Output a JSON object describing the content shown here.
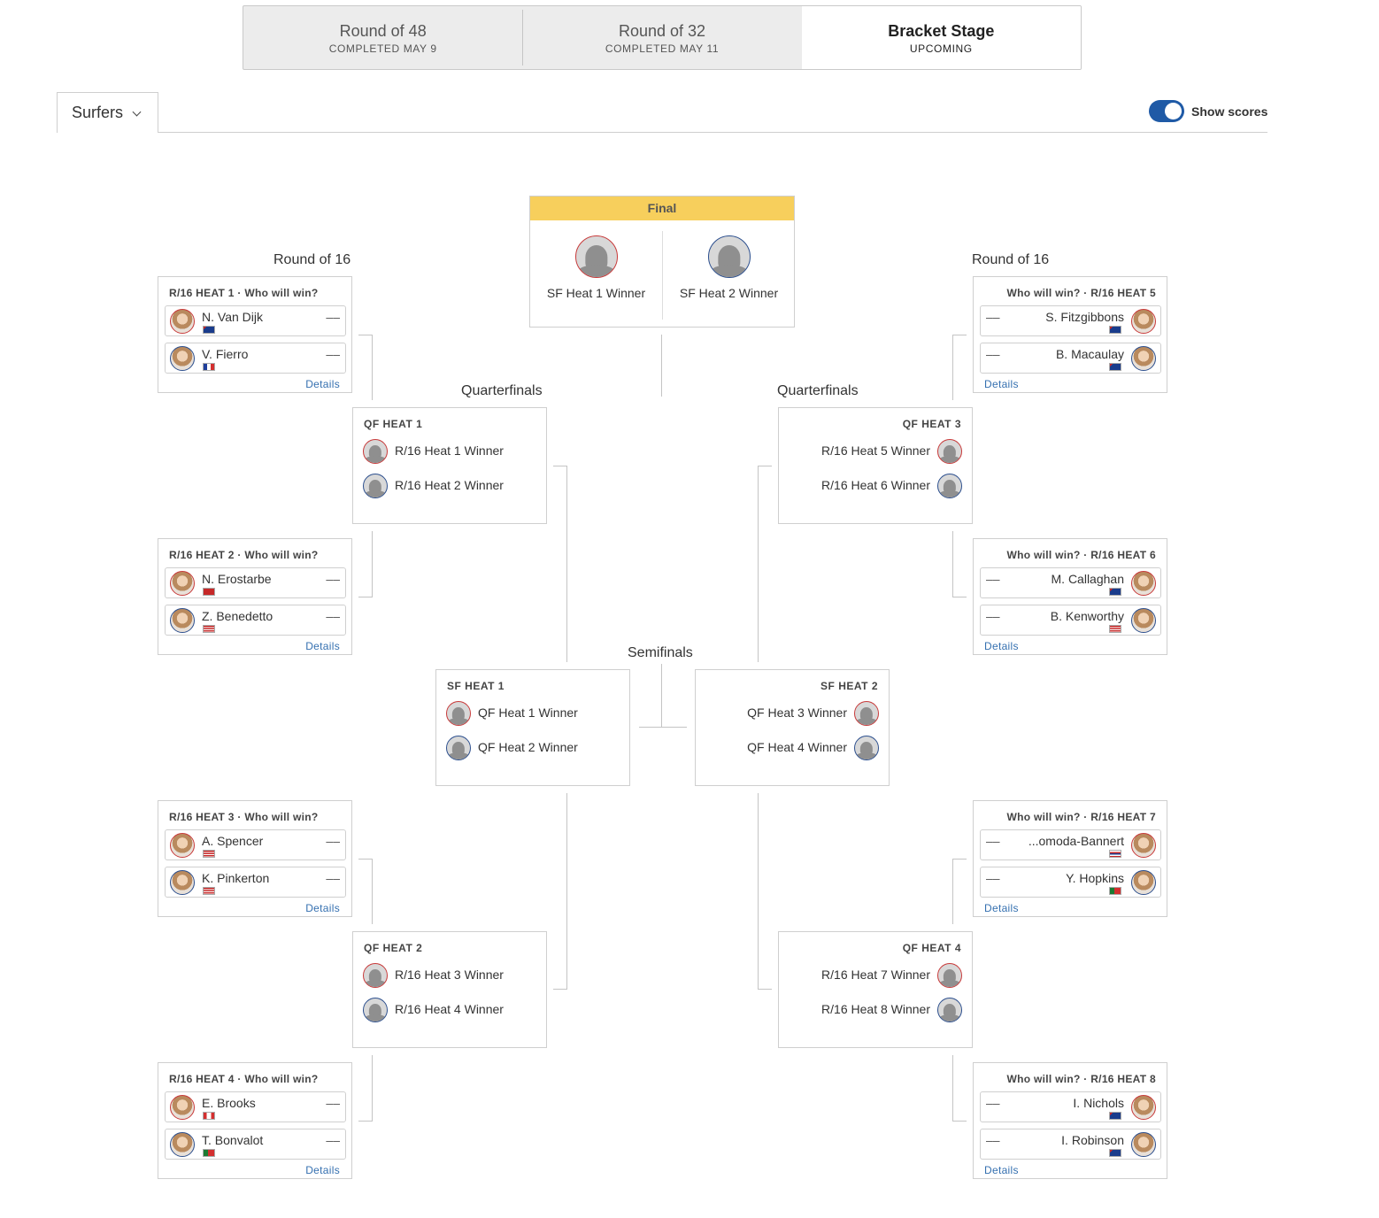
{
  "stages": [
    {
      "title": "Round of 48",
      "status": "COMPLETED MAY 9"
    },
    {
      "title": "Round of 32",
      "status": "COMPLETED MAY 11"
    },
    {
      "title": "Bracket Stage",
      "status": "UPCOMING"
    }
  ],
  "toolbar": {
    "filter_label": "Surfers",
    "toggle_label": "Show scores",
    "toggle_on": true
  },
  "labels": {
    "r16_left": "Round of 16",
    "r16_right": "Round of 16",
    "qf_left": "Quarterfinals",
    "qf_right": "Quarterfinals",
    "sf": "Semifinals"
  },
  "final": {
    "title": "Final",
    "a": "SF Heat 1 Winner",
    "b": "SF Heat 2 Winner"
  },
  "r16": [
    {
      "header": "R/16 HEAT 1 · Who will win?",
      "details": "Details",
      "a": {
        "name": "N. Van Dijk",
        "score": "––",
        "flag": "AUS"
      },
      "b": {
        "name": "V. Fierro",
        "score": "––",
        "flag": "FRA"
      }
    },
    {
      "header": "R/16 HEAT 2 · Who will win?",
      "details": "Details",
      "a": {
        "name": "N. Erostarbe",
        "score": "––",
        "flag": "BASQUE"
      },
      "b": {
        "name": "Z. Benedetto",
        "score": "––",
        "flag": "USA"
      }
    },
    {
      "header": "R/16 HEAT 3 · Who will win?",
      "details": "Details",
      "a": {
        "name": "A. Spencer",
        "score": "––",
        "flag": "USA"
      },
      "b": {
        "name": "K. Pinkerton",
        "score": "––",
        "flag": "USA"
      }
    },
    {
      "header": "R/16 HEAT 4 · Who will win?",
      "details": "Details",
      "a": {
        "name": "E. Brooks",
        "score": "––",
        "flag": "CAN"
      },
      "b": {
        "name": "T. Bonvalot",
        "score": "––",
        "flag": "POR"
      }
    },
    {
      "header": "Who will win? · R/16 HEAT 5",
      "details": "Details",
      "a": {
        "name": "S. Fitzgibbons",
        "score": "––",
        "flag": "AUS"
      },
      "b": {
        "name": "B. Macaulay",
        "score": "––",
        "flag": "AUS"
      }
    },
    {
      "header": "Who will win? · R/16 HEAT 6",
      "details": "Details",
      "a": {
        "name": "M. Callaghan",
        "score": "––",
        "flag": "AUS"
      },
      "b": {
        "name": "B. Kenworthy",
        "score": "––",
        "flag": "USA"
      }
    },
    {
      "header": "Who will win? · R/16 HEAT 7",
      "details": "Details",
      "a": {
        "name": "...omoda-Bannert",
        "score": "––",
        "flag": "HAW"
      },
      "b": {
        "name": "Y. Hopkins",
        "score": "––",
        "flag": "POR"
      }
    },
    {
      "header": "Who will win? · R/16 HEAT 8",
      "details": "Details",
      "a": {
        "name": "I. Nichols",
        "score": "––",
        "flag": "AUS"
      },
      "b": {
        "name": "I. Robinson",
        "score": "––",
        "flag": "AUS"
      }
    }
  ],
  "qf": [
    {
      "header": "QF HEAT 1",
      "a": "R/16 Heat 1 Winner",
      "b": "R/16 Heat 2 Winner"
    },
    {
      "header": "QF HEAT 2",
      "a": "R/16 Heat 3 Winner",
      "b": "R/16 Heat 4 Winner"
    },
    {
      "header": "QF HEAT 3",
      "a": "R/16 Heat 5 Winner",
      "b": "R/16 Heat 6 Winner"
    },
    {
      "header": "QF HEAT 4",
      "a": "R/16 Heat 7 Winner",
      "b": "R/16 Heat 8 Winner"
    }
  ],
  "sf": [
    {
      "header": "SF HEAT 1",
      "a": "QF Heat 1 Winner",
      "b": "QF Heat 2 Winner"
    },
    {
      "header": "SF HEAT 2",
      "a": "QF Heat 3 Winner",
      "b": "QF Heat 4 Winner"
    }
  ],
  "colors": {
    "accent": "#1f5aa6",
    "final_bar": "#f7cf5c",
    "link": "#3570b0",
    "red_ring": "#c83a3a",
    "blue_ring": "#2c4f8e"
  }
}
